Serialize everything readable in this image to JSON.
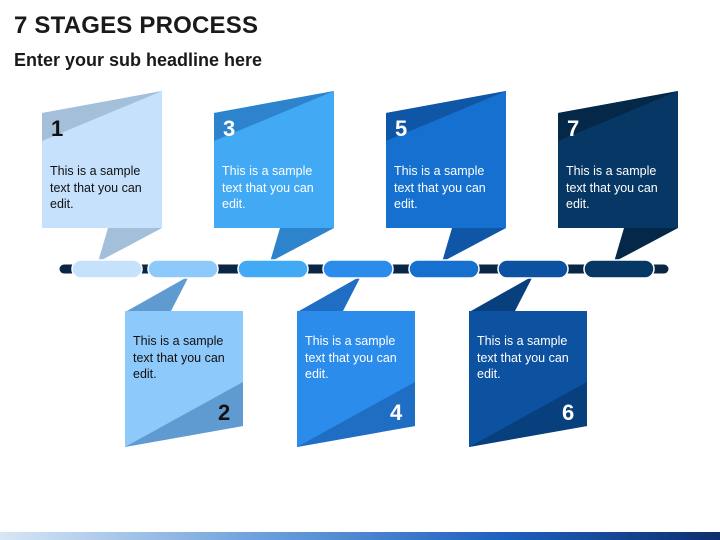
{
  "header": {
    "title": "7 STAGES PROCESS",
    "subtitle": "Enter your sub headline here"
  },
  "stages": [
    {
      "number": "1",
      "text": "This is a sample text that you can edit.",
      "position": "top",
      "color": "#c5e1fc",
      "fold": "#a4bfd9",
      "text_color": "#111111"
    },
    {
      "number": "2",
      "text": "This is a sample text that you can edit.",
      "position": "bottom",
      "color": "#8ec9fb",
      "fold": "#5f9bd0",
      "text_color": "#111111"
    },
    {
      "number": "3",
      "text": "This is a sample text that you can edit.",
      "position": "top",
      "color": "#42a9f5",
      "fold": "#2d84cc",
      "text_color": "#ffffff"
    },
    {
      "number": "4",
      "text": "This is a sample text that you can edit.",
      "position": "bottom",
      "color": "#2b8cec",
      "fold": "#1f6ec4",
      "text_color": "#ffffff"
    },
    {
      "number": "5",
      "text": "This is a sample text that you can edit.",
      "position": "top",
      "color": "#1570cf",
      "fold": "#0f57a6",
      "text_color": "#ffffff"
    },
    {
      "number": "6",
      "text": "This is a sample text that you can edit.",
      "position": "bottom",
      "color": "#0c52a0",
      "fold": "#083f7d",
      "text_color": "#ffffff"
    },
    {
      "number": "7",
      "text": "This is a sample text that you can edit.",
      "position": "top",
      "color": "#073764",
      "fold": "#052848",
      "text_color": "#ffffff"
    }
  ],
  "timeline": {
    "line_color": "#0b2545",
    "segment_colors": [
      "#c5e1fc",
      "#8ec9fb",
      "#42a9f5",
      "#2b8cec",
      "#1570cf",
      "#0c52a0",
      "#073764"
    ]
  }
}
